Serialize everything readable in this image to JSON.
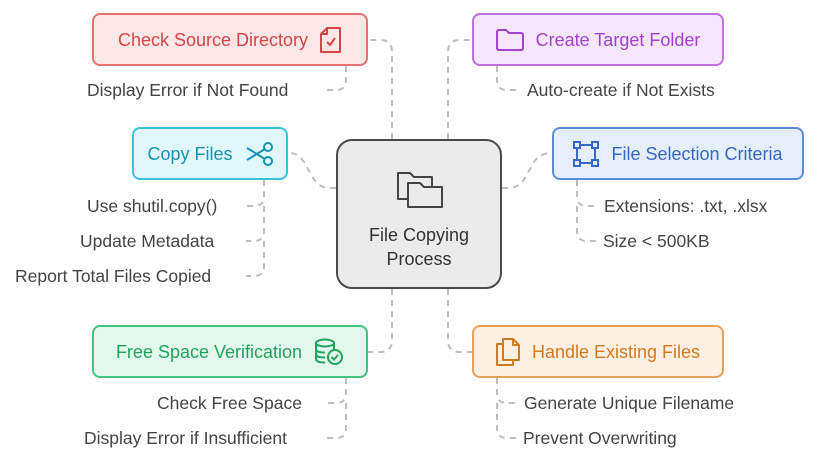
{
  "center": {
    "title": "File Copying Process",
    "title_line1": "File Copying",
    "title_line2": "Process",
    "icon": "folders-icon"
  },
  "nodes": {
    "check_source": {
      "label": "Check Source Directory",
      "icon": "file-check-icon",
      "color": "#d64545",
      "items": [
        "Display Error if Not Found"
      ]
    },
    "create_target": {
      "label": "Create Target Folder",
      "icon": "folder-icon",
      "color": "#a442cf",
      "items": [
        "Auto-create if Not Exists"
      ]
    },
    "copy_files": {
      "label": "Copy Files",
      "icon": "scissors-icon",
      "color": "#1593b3",
      "items": [
        "Use shutil.copy()",
        "Update Metadata",
        "Report Total Files Copied"
      ]
    },
    "selection": {
      "label": "File Selection Criteria",
      "icon": "selection-frame-icon",
      "color": "#3568c7",
      "items": [
        "Extensions: .txt, .xlsx",
        "Size < 500KB"
      ]
    },
    "free_space": {
      "label": "Free Space Verification",
      "icon": "database-check-icon",
      "color": "#22a35d",
      "items": [
        "Check Free Space",
        "Display Error if Insufficient"
      ]
    },
    "existing": {
      "label": "Handle Existing Files",
      "icon": "copy-files-icon",
      "color": "#d47a1e",
      "items": [
        "Generate Unique Filename",
        "Prevent Overwriting"
      ]
    }
  }
}
